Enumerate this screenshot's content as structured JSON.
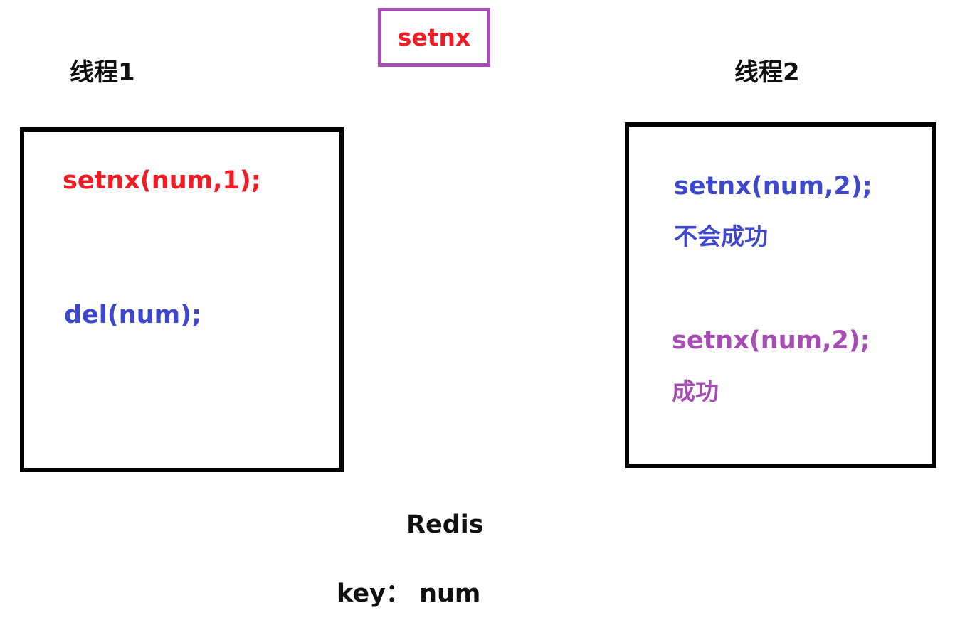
{
  "header": {
    "label": "setnx"
  },
  "thread1": {
    "title": "线程1",
    "lines": [
      "setnx(num,1);",
      "del(num);"
    ]
  },
  "thread2": {
    "title": "线程2",
    "lines": [
      "setnx(num,2);",
      "不会成功",
      "setnx(num,2);",
      "成功"
    ]
  },
  "footer": {
    "redis": "Redis",
    "key": "key： num"
  },
  "colors": {
    "red": "#ee1c25",
    "blue": "#3f48cc",
    "purple": "#a64db3",
    "black": "#000000"
  }
}
